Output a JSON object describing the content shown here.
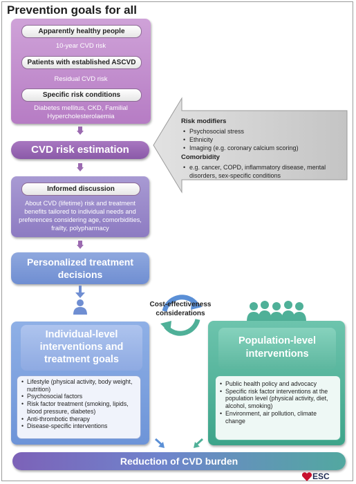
{
  "title": "Prevention goals for all",
  "prevention": {
    "groups": [
      {
        "label": "Apparently healthy people",
        "text": "10-year CVD risk"
      },
      {
        "label": "Patients with established ASCVD",
        "text": "Residual CVD risk"
      },
      {
        "label": "Specific risk conditions",
        "text": "Diabetes mellitus, CKD, Familial Hypercholesterolaemia"
      }
    ]
  },
  "cvd_risk_estimation": "CVD risk estimation",
  "informed_discussion": {
    "label": "Informed discussion",
    "text": "About CVD (lifetime) risk and treatment benefits tailored to individual needs and preferences considering age, comorbidities, frailty, polypharmacy"
  },
  "personalized_treatment": "Personalized treatment decisions",
  "risk_modifiers": {
    "heading": "Risk modifiers",
    "items": [
      "Psychosocial stress",
      "Ethnicity",
      "Imaging (e.g. coronary calcium scoring)"
    ],
    "comorbidity_heading": "Comorbidity",
    "comorbidity_items": [
      "e.g. cancer, COPD, inflammatory disease, mental disorders, sex-specific conditions"
    ]
  },
  "cost_effectiveness": "Cost-effectiveness considerations",
  "individual": {
    "title": "Individual-level interventions and treatment goals",
    "items": [
      "Lifestyle (physical activity, body weight, nutrition)",
      "Psychosocial factors",
      "Risk factor treatment (smoking, lipids, blood pressure, diabetes)",
      "Anti-thrombotic therapy",
      "Disease-specific interventions"
    ]
  },
  "population": {
    "title": "Population-level interventions",
    "items": [
      "Public health policy and advocacy",
      "Specific risk factor interventions at the population level (physical activity, diet, alcohol, smoking)",
      "Environment, air pollution, climate change"
    ]
  },
  "reduction": "Reduction of CVD burden",
  "logo": "ESC",
  "colors": {
    "purple": "#b67cc4",
    "violet": "#8d7bc2",
    "blue": "#6d94d8",
    "teal": "#3da48a"
  }
}
